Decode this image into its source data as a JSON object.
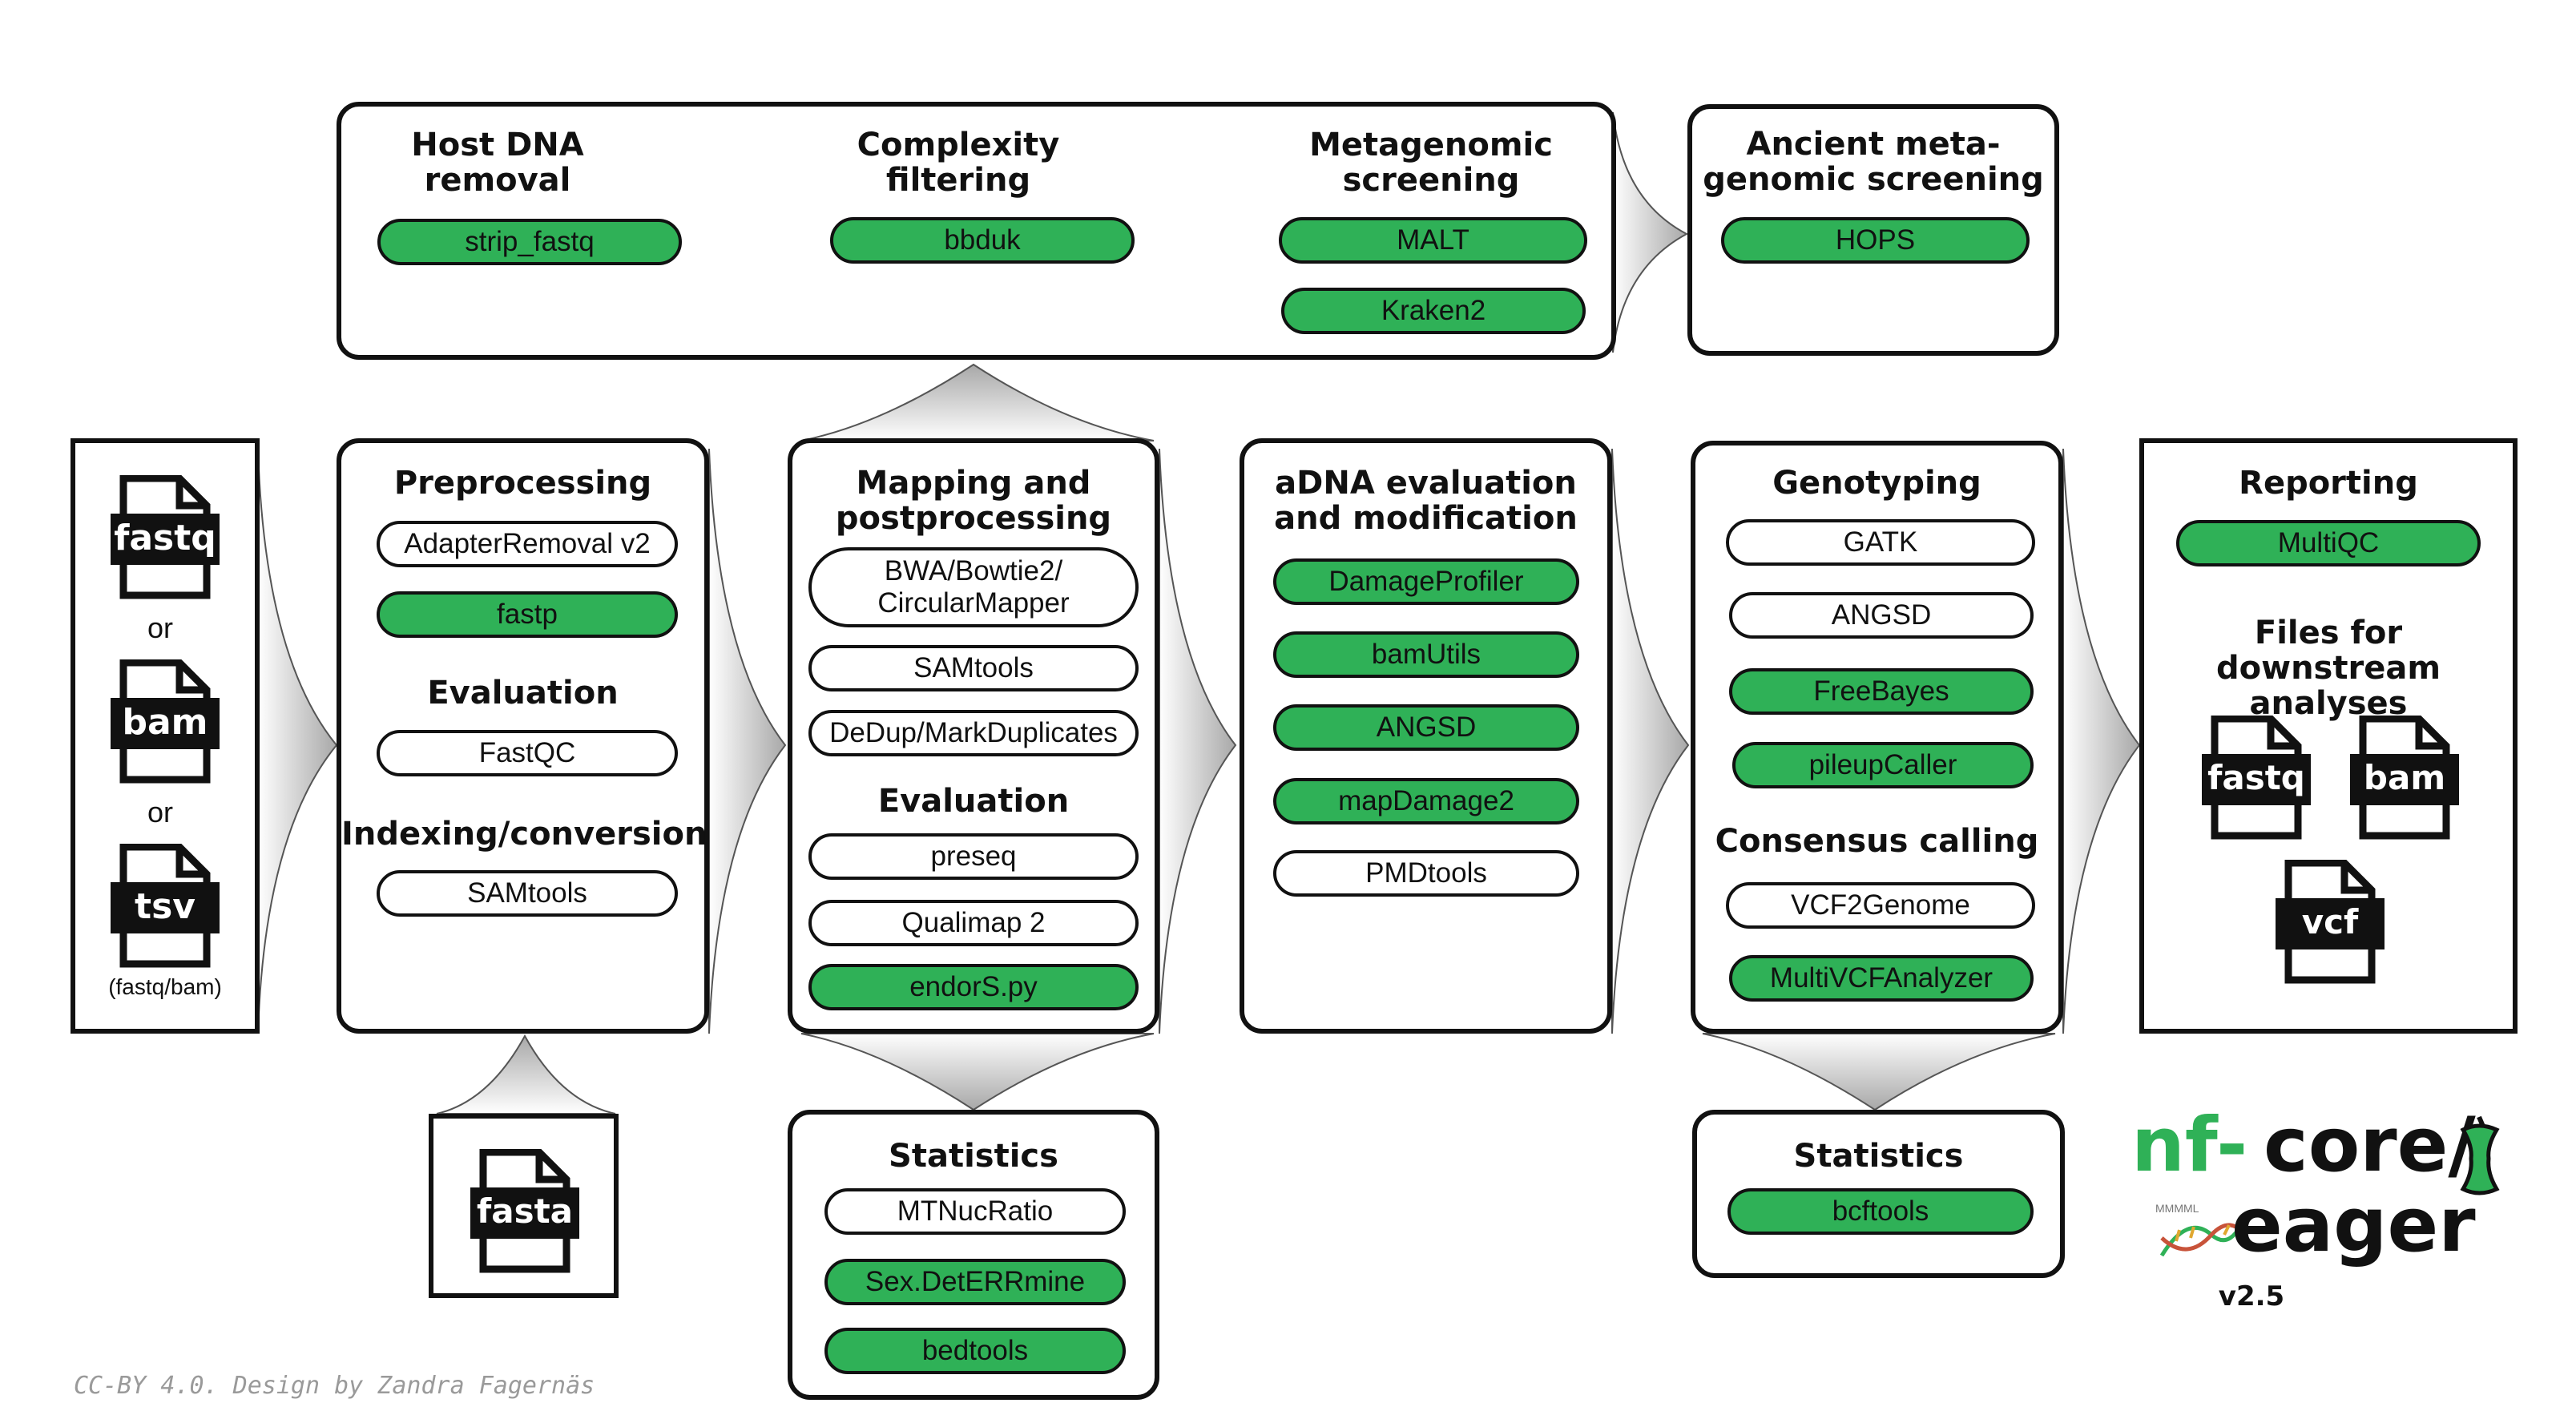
{
  "input": {
    "file_fastq": "fastq",
    "or_1": "or",
    "file_bam": "bam",
    "or_2": "or",
    "file_tsv": "tsv",
    "tsv_note": "(fastq/bam)"
  },
  "reference": {
    "file_fasta": "fasta"
  },
  "metagenomics": {
    "host_removal": {
      "title_1": "Host DNA",
      "title_2": "removal",
      "tools": [
        "strip_fastq"
      ]
    },
    "complexity": {
      "title_1": "Complexity",
      "title_2": "filtering",
      "tools": [
        "bbduk"
      ]
    },
    "screening": {
      "title_1": "Metagenomic",
      "title_2": "screening",
      "tools": [
        "MALT",
        "Kraken2"
      ]
    }
  },
  "ancient_screening": {
    "title_1": "Ancient meta-",
    "title_2": "genomic screening",
    "tools": [
      "HOPS"
    ]
  },
  "preprocessing": {
    "title": "Preprocessing",
    "tools": [
      "AdapterRemoval v2",
      "fastp"
    ],
    "eval_title": "Evaluation",
    "eval_tools": [
      "FastQC"
    ],
    "index_title": "Indexing/conversion",
    "index_tools": [
      "SAMtools"
    ]
  },
  "mapping": {
    "title_1": "Mapping and",
    "title_2": "postprocessing",
    "tool_bwa_1": "BWA/Bowtie2/",
    "tool_bwa_2": "CircularMapper",
    "tools": [
      "SAMtools",
      "DeDup/MarkDuplicates"
    ],
    "eval_title": "Evaluation",
    "eval_tools": [
      "preseq",
      "Qualimap 2",
      "endorS.py"
    ]
  },
  "mapping_stats": {
    "title": "Statistics",
    "tools": [
      "MTNucRatio",
      "Sex.DetERRmine",
      "bedtools"
    ]
  },
  "adna": {
    "title_1": "aDNA evaluation",
    "title_2": "and modification",
    "tools": [
      "DamageProfiler",
      "bamUtils",
      "ANGSD",
      "mapDamage2",
      "PMDtools"
    ]
  },
  "genotyping": {
    "title": "Genotyping",
    "tools": [
      "GATK",
      "ANGSD",
      "FreeBayes",
      "pileupCaller"
    ],
    "consensus_title": "Consensus calling",
    "consensus_tools": [
      "VCF2Genome",
      "MultiVCFAnalyzer"
    ]
  },
  "genotyping_stats": {
    "title": "Statistics",
    "tools": [
      "bcftools"
    ]
  },
  "reporting": {
    "title": "Reporting",
    "tools": [
      "MultiQC"
    ],
    "files_title_1": "Files for downstream",
    "files_title_2": "analyses",
    "file_fastq": "fastq",
    "file_bam": "bam",
    "file_vcf": "vcf"
  },
  "logo": {
    "nf": "nf-",
    "core": "core/",
    "eager": "eager",
    "version": "v2.5",
    "dna_label": "MMMML"
  },
  "credit": "CC-BY 4.0. Design by Zandra Fagernäs",
  "colors": {
    "tool_green": "#2fb157",
    "logo_green": "#2fb157",
    "border": "#111111",
    "arrow_grey": "#bdbdbd"
  }
}
